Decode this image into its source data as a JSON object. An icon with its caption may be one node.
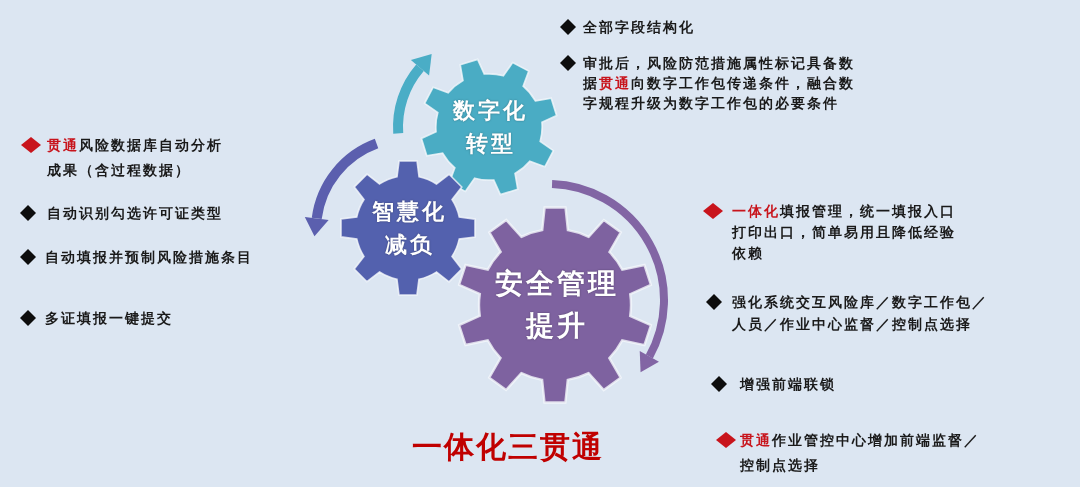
{
  "diagram": {
    "title": "一体化三贯通",
    "nodes": [
      {
        "text": [
          "数字化转型"
        ]
      },
      {
        "text": [
          "智慧化减负"
        ]
      },
      {
        "text": [
          "安全管理提升"
        ]
      }
    ],
    "labels": [
      "全部字段结构化",
      "审批后，风险防范措施属性标记具备数据**贯通**向数字工作包传递条件，融合数字规程升级为数字工作包的必要条件",
      "**贯通**风险数据库自动分析成果（含过程数据）",
      "自动识别勾选许可证类型",
      "自动填报并预制风险措施条目",
      "多证填报一键提交",
      "**一体化**填报管理，统一填报入口打印出口，简单易用且降低经验依赖",
      "强化系统交互风险库／数字工作包／人员／作业中心监督／控制点选择",
      "增强前端联锁",
      "**贯通**作业管控中心增加前端监督／控制点选择"
    ]
  }
}
